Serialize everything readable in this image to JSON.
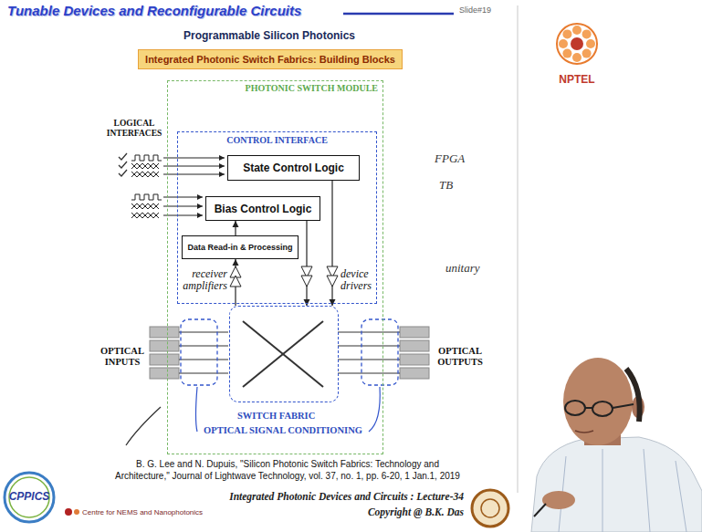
{
  "diagram": {
    "title": "Tunable Devices and Reconfigurable Circuits",
    "caption": "B. G. Lee and N. Dupuis, \"Silicon Photonic Switch Fabrics: Technology and Architecture,\" Journal of Lightwave Technology, vol. 37, no. 1, pp. 6-20, 1 Jan.1, 2019",
    "nodes": [
      {
        "text": [
          "Integrated Photonic Switch Fabrics: Building Blocks"
        ]
      },
      {
        "text": [
          "PHOTONIC SWITCH MODULE"
        ]
      },
      {
        "text": [
          "CONTROL INTERFACE"
        ],
        "in": 1
      },
      {
        "text": [
          "State Control Logic"
        ],
        "in": 2
      },
      {
        "text": [
          "Bias Control Logic"
        ],
        "in": 2
      },
      {
        "text": [
          "Data Read-in & Processing"
        ],
        "in": 2
      },
      {
        "text": [
          "SWITCH FABRIC"
        ],
        "in": 1
      }
    ],
    "edges": [
      {
        "from": 5,
        "to": 4,
        "arrow": "to"
      },
      {
        "from": 6,
        "to": 5,
        "arrow": "to"
      },
      {
        "from": 4,
        "to": 6,
        "arrow": "to"
      },
      {
        "from": 3,
        "to": 6,
        "arrow": "to"
      }
    ],
    "labels": [
      "Slide#19",
      "Programmable Silicon Photonics",
      "NPTEL",
      "LOGICAL INTERFACES",
      "receiver amplifiers",
      "device drivers",
      "OPTICAL INPUTS",
      "OPTICAL OUTPUTS",
      "OPTICAL SIGNAL CONDITIONING",
      "FPGA",
      "TB",
      "unitary",
      "CPPICS",
      "Centre for NEMS and Nanophotonics",
      "Integrated Photonic Devices and Circuits : Lecture-34",
      "Copyright @ B.K. Das"
    ]
  }
}
